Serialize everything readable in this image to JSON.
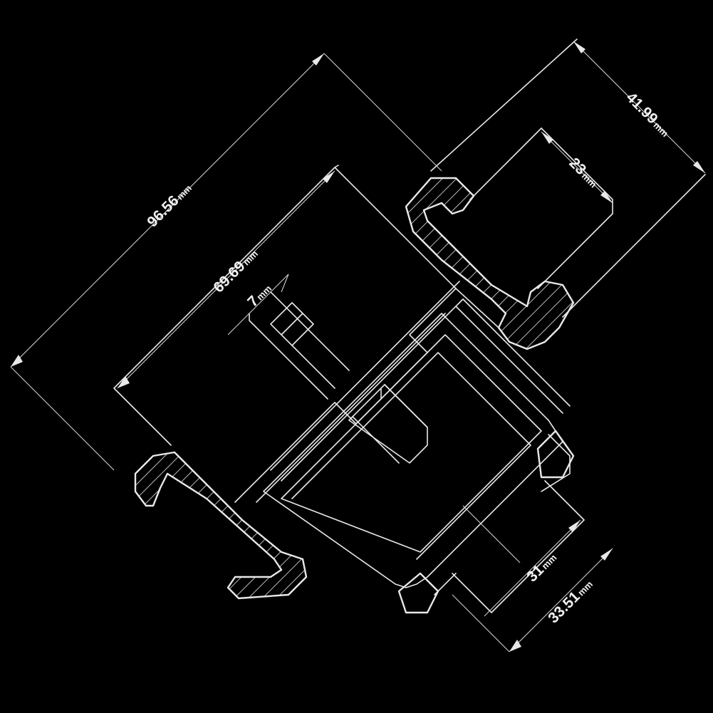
{
  "dimensions": [
    {
      "id": "overall-height",
      "value": "96.56",
      "unit": "mm"
    },
    {
      "id": "slot-width",
      "value": "69.69",
      "unit": "mm"
    },
    {
      "id": "lip-thickness",
      "value": "7",
      "unit": "mm"
    },
    {
      "id": "rail-width",
      "value": "41.99",
      "unit": "mm"
    },
    {
      "id": "rail-opening",
      "value": "23",
      "unit": "mm"
    },
    {
      "id": "bolt-inner",
      "value": "31",
      "unit": "mm"
    },
    {
      "id": "bolt-outer",
      "value": "33.51",
      "unit": "mm"
    }
  ],
  "colors": {
    "background": "#000000",
    "line": "#e8e8e8"
  }
}
